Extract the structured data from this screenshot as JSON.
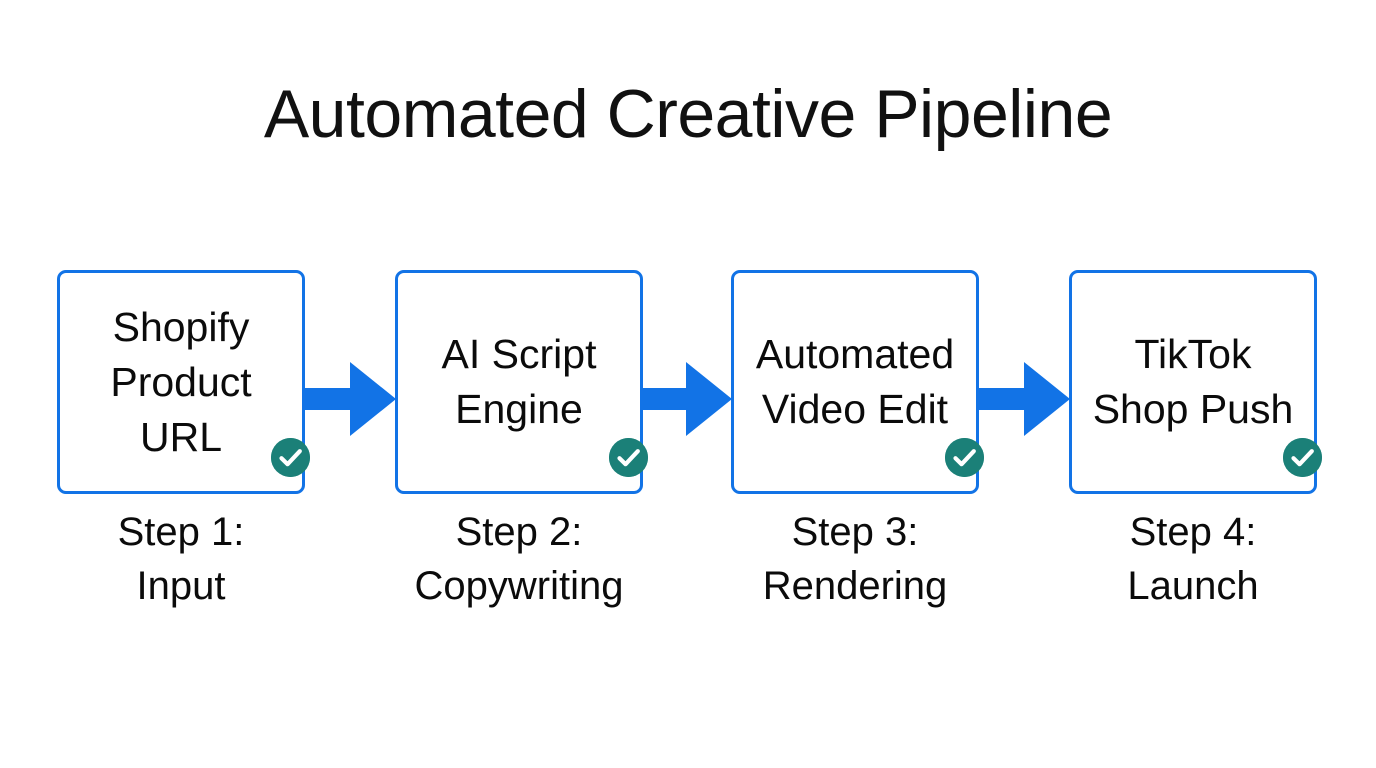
{
  "title": "Automated Creative Pipeline",
  "colors": {
    "background": "#ffffff",
    "node_border": "#1273e6",
    "arrow": "#1273e6",
    "badge": "#1b8078",
    "badge_check": "#ffffff",
    "text": "#0b0b0b"
  },
  "pipeline": {
    "steps": [
      {
        "node_label": "Shopify\nProduct\nURL",
        "caption": "Step 1:\nInput",
        "status_icon": "check-circle-icon",
        "status": "complete"
      },
      {
        "node_label": "AI Script\nEngine",
        "caption": "Step 2:\nCopywriting",
        "status_icon": "check-circle-icon",
        "status": "complete"
      },
      {
        "node_label": "Automated\nVideo Edit",
        "caption": "Step 3:\nRendering",
        "status_icon": "check-circle-icon",
        "status": "complete"
      },
      {
        "node_label": "TikTok\nShop Push",
        "caption": "Step 4:\nLaunch",
        "status_icon": "check-circle-icon",
        "status": "complete"
      }
    ],
    "connectors": [
      {
        "icon": "right-arrow-icon",
        "from": "Shopify Product URL",
        "to": "AI Script Engine"
      },
      {
        "icon": "right-arrow-icon",
        "from": "AI Script Engine",
        "to": "Automated Video Edit"
      },
      {
        "icon": "right-arrow-icon",
        "from": "Automated Video Edit",
        "to": "TikTok Shop Push"
      }
    ]
  }
}
